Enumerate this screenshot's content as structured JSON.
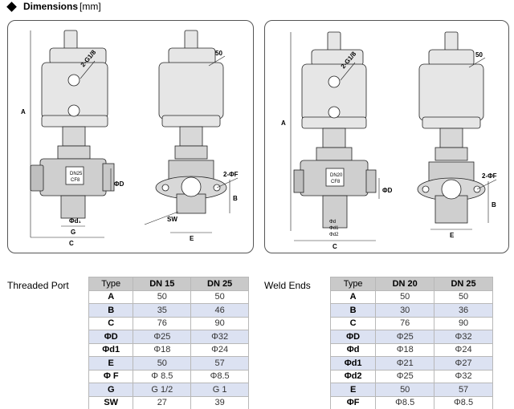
{
  "header": {
    "title": "Dimensions",
    "unit": "[mm]"
  },
  "drawings": {
    "left": {
      "valve_label_1": "DN25",
      "valve_label_2": "CF8",
      "actuator_port": "2-G1/8",
      "surface": "50",
      "labels": {
        "A": "A",
        "D": "ΦD",
        "dL": "Φd₁",
        "G": "G",
        "C": "C",
        "SW": "SW",
        "E": "E",
        "B": "B",
        "F": "2-ΦF"
      }
    },
    "right": {
      "valve_label_1": "DN20",
      "valve_label_2": "CF8",
      "actuator_port": "2-G1/8",
      "surface": "50",
      "labels": {
        "A": "A",
        "D": "ΦD",
        "d": "Φd",
        "d1": "Φd1",
        "d2": "Φd2",
        "C": "C",
        "E": "E",
        "B": "B",
        "F": "2-ΦF"
      }
    }
  },
  "threaded": {
    "title": "Threaded Port",
    "headers": [
      "Type",
      "DN 15",
      "DN 25"
    ],
    "rows": [
      [
        "A",
        "50",
        "50"
      ],
      [
        "B",
        "35",
        "46"
      ],
      [
        "C",
        "76",
        "90"
      ],
      [
        "ΦD",
        "Φ25",
        "Φ32"
      ],
      [
        "Φd1",
        "Φ18",
        "Φ24"
      ],
      [
        "E",
        "50",
        "57"
      ],
      [
        "Φ F",
        "Φ 8.5",
        "Φ8.5"
      ],
      [
        "G",
        "G 1/2",
        "G 1"
      ],
      [
        "SW",
        "27",
        "39"
      ]
    ]
  },
  "weld": {
    "title": "Weld Ends",
    "headers": [
      "Type",
      "DN 20",
      "DN 25"
    ],
    "rows": [
      [
        "A",
        "50",
        "50"
      ],
      [
        "B",
        "30",
        "36"
      ],
      [
        "C",
        "76",
        "90"
      ],
      [
        "ΦD",
        "Φ25",
        "Φ32"
      ],
      [
        "Φd",
        "Φ18",
        "Φ24"
      ],
      [
        "Φd1",
        "Φ21",
        "Φ27"
      ],
      [
        "Φd2",
        "Φ25",
        "Φ32"
      ],
      [
        "E",
        "50",
        "57"
      ],
      [
        "ΦF",
        "Φ8.5",
        "Φ8.5"
      ]
    ]
  }
}
